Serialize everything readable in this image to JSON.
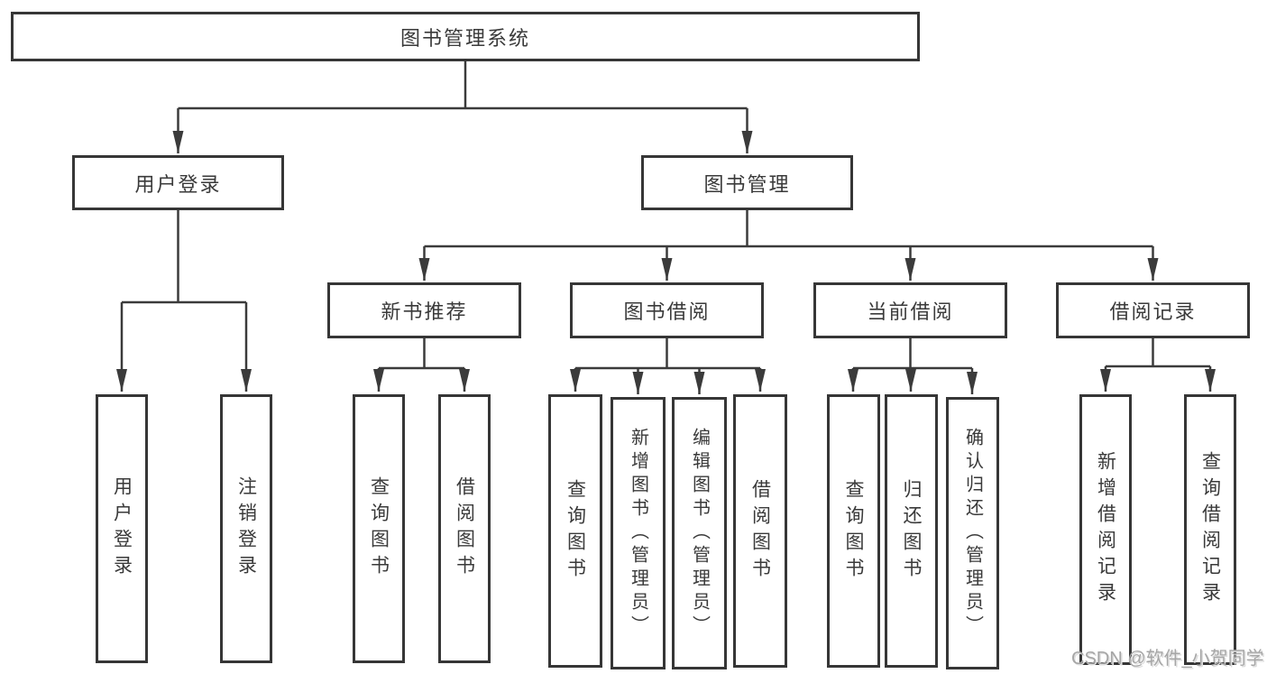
{
  "diagram": {
    "title": "图书管理系统",
    "type": "hierarchy-tree",
    "colors": {
      "background": "#ffffff",
      "line": "#3b3b3b",
      "box_border": "#363636",
      "box_fill": "#ffffff",
      "text": "#3a3a3a",
      "watermark": "#a6a6a6"
    },
    "nodes": {
      "root": {
        "label": "图书管理系统"
      },
      "user_login": {
        "label": "用户登录"
      },
      "book_mgmt": {
        "label": "图书管理"
      },
      "leaf_user_login": {
        "label": "用户登录"
      },
      "leaf_logout": {
        "label": "注销登录"
      },
      "new_book_rec": {
        "label": "新书推荐"
      },
      "book_borrow": {
        "label": "图书借阅"
      },
      "current_borrow": {
        "label": "当前借阅"
      },
      "borrow_records": {
        "label": "借阅记录"
      },
      "nb_query": {
        "label": "查询图书"
      },
      "nb_borrow": {
        "label": "借阅图书"
      },
      "bb_query": {
        "label": "查询图书"
      },
      "bb_add": {
        "label": "新增图书（管理员）"
      },
      "bb_edit": {
        "label": "编辑图书（管理员）"
      },
      "bb_borrow": {
        "label": "借阅图书"
      },
      "cb_query": {
        "label": "查询图书"
      },
      "cb_return": {
        "label": "归还图书"
      },
      "cb_confirm": {
        "label": "确认归还（管理员）"
      },
      "br_add": {
        "label": "新增借阅记录"
      },
      "br_query": {
        "label": "查询借阅记录"
      }
    },
    "edges": [
      {
        "from": "root",
        "to": "user_login"
      },
      {
        "from": "root",
        "to": "book_mgmt"
      },
      {
        "from": "user_login",
        "to": "leaf_user_login"
      },
      {
        "from": "user_login",
        "to": "leaf_logout"
      },
      {
        "from": "book_mgmt",
        "to": "new_book_rec"
      },
      {
        "from": "book_mgmt",
        "to": "book_borrow"
      },
      {
        "from": "book_mgmt",
        "to": "current_borrow"
      },
      {
        "from": "book_mgmt",
        "to": "borrow_records"
      },
      {
        "from": "new_book_rec",
        "to": "nb_query"
      },
      {
        "from": "new_book_rec",
        "to": "nb_borrow"
      },
      {
        "from": "book_borrow",
        "to": "bb_query"
      },
      {
        "from": "book_borrow",
        "to": "bb_add"
      },
      {
        "from": "book_borrow",
        "to": "bb_edit"
      },
      {
        "from": "book_borrow",
        "to": "bb_borrow"
      },
      {
        "from": "current_borrow",
        "to": "cb_query"
      },
      {
        "from": "current_borrow",
        "to": "cb_return"
      },
      {
        "from": "current_borrow",
        "to": "cb_confirm"
      },
      {
        "from": "borrow_records",
        "to": "br_add"
      },
      {
        "from": "borrow_records",
        "to": "br_query"
      }
    ],
    "watermark": "CSDN @软件_小贺同学"
  }
}
